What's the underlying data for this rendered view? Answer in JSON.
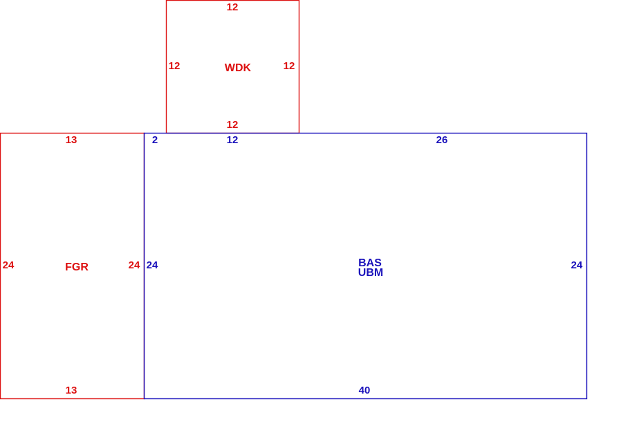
{
  "colors": {
    "red": "#dd1111",
    "blue": "#1a11bb",
    "background": "#ffffff"
  },
  "areas": [
    {
      "id": "wdk",
      "codes": [
        "WDK"
      ],
      "color_key": "red",
      "edges": {
        "top": "12",
        "bottom": "12",
        "left": "12",
        "right": "12"
      }
    },
    {
      "id": "fgr",
      "codes": [
        "FGR"
      ],
      "color_key": "red",
      "edges": {
        "top": "13",
        "bottom": "13",
        "left": "24",
        "right": "24"
      }
    },
    {
      "id": "bas",
      "codes": [
        "BAS",
        "UBM"
      ],
      "color_key": "blue",
      "edges": {
        "top_left_jog": "2",
        "top_under_wdk": "12",
        "top_right": "26",
        "left": "24",
        "right": "24",
        "bottom": "40"
      }
    }
  ]
}
